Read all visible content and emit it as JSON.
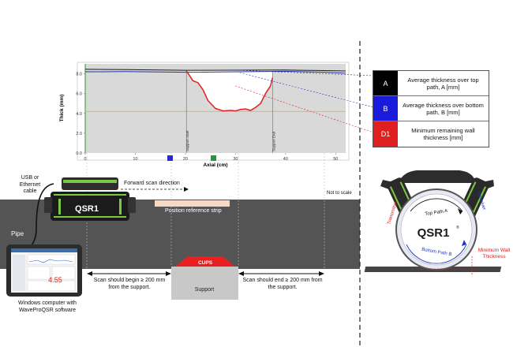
{
  "chart_data": {
    "type": "line",
    "xlabel": "Axial (cm)",
    "ylabel": "Thick (mm)",
    "xlim": [
      0,
      52
    ],
    "ylim": [
      0,
      9
    ],
    "xticks": [
      "0",
      "10",
      "20",
      "30",
      "40",
      "50"
    ],
    "yticks": [
      "0.0",
      "2.0",
      "4.0",
      "6.0",
      "8.0"
    ],
    "series": [
      {
        "name": "A",
        "color": "#1a1a1a",
        "x": [
          0,
          8,
          20,
          40,
          48,
          52
        ],
        "y": [
          8.45,
          8.42,
          8.35,
          8.38,
          8.32,
          8.28
        ]
      },
      {
        "name": "B",
        "color": "#2233aa",
        "x": [
          0,
          8,
          20,
          40,
          48,
          52
        ],
        "y": [
          8.2,
          8.22,
          8.15,
          8.25,
          8.15,
          8.05
        ]
      },
      {
        "name": "D1",
        "color": "#e02020",
        "x": [
          20.2,
          21.5,
          22.5,
          23.5,
          24.5,
          26,
          27.5,
          29,
          30,
          31,
          32,
          33,
          34,
          35,
          36,
          37,
          37.4
        ],
        "y": [
          8.3,
          7.3,
          7.1,
          6.4,
          5.3,
          4.5,
          4.25,
          4.3,
          4.25,
          4.4,
          4.45,
          4.3,
          4.6,
          5.0,
          6.0,
          6.8,
          7.6
        ]
      }
    ],
    "reference_line": {
      "y": 4.2,
      "color": "#f0a050"
    },
    "flat_top": 8.3,
    "markers": [
      {
        "label": "Support Start",
        "x": 20.2
      },
      {
        "label": "Support End",
        "x": 37.4
      }
    ]
  },
  "table": [
    {
      "key": "A",
      "color": "#000000",
      "desc": "Average thickness over top path, A [mm]"
    },
    {
      "key": "B",
      "color": "#1a1adb",
      "desc": "Average thickness over bottom path, B  [mm]"
    },
    {
      "key": "D1",
      "color": "#e02020",
      "desc": "Minimum remaining wall thickness [mm]"
    }
  ],
  "labels": {
    "usb_cable": "USB or Ethernet cable",
    "forward_scan": "Forward scan direction",
    "not_to_scale": "Not to scale",
    "device_name": "QSR1",
    "position_strip": "Position reference strip",
    "pipe": "Pipe",
    "cups": "CUPS",
    "support": "Support",
    "scan_begin": "Scan should begin ≥ 200 mm from the support.",
    "scan_end": "Scan should end ≥ 200 mm from the support.",
    "computer": "Windows computer with WaveProQSR software",
    "screen_value": "4.55",
    "transmitter": "Transmitter",
    "receiver": "Receiver",
    "top_path": "Top Path A",
    "bottom_path": "Bottom Path B",
    "brand": "QSR1",
    "trademark": "®",
    "min_wall": "Minimum Wall Thickness"
  }
}
